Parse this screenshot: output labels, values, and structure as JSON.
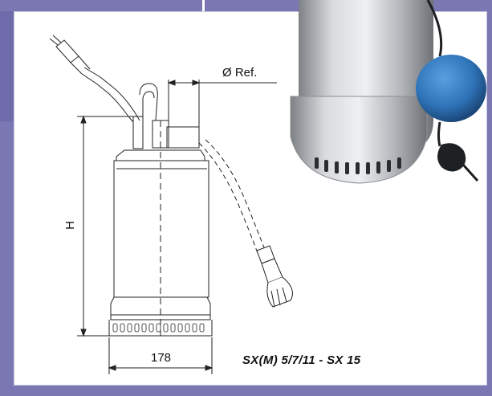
{
  "dimensions": {
    "diameter_ref_label": "Ø Ref.",
    "height_label": "H",
    "width_label": "178"
  },
  "model": {
    "name": "SX(M) 5/7/11 - SX 15"
  },
  "colors": {
    "accent_purple": "#7a77b3",
    "float_blue": "#2f73b8",
    "steel_grey": "#a9acb0"
  }
}
